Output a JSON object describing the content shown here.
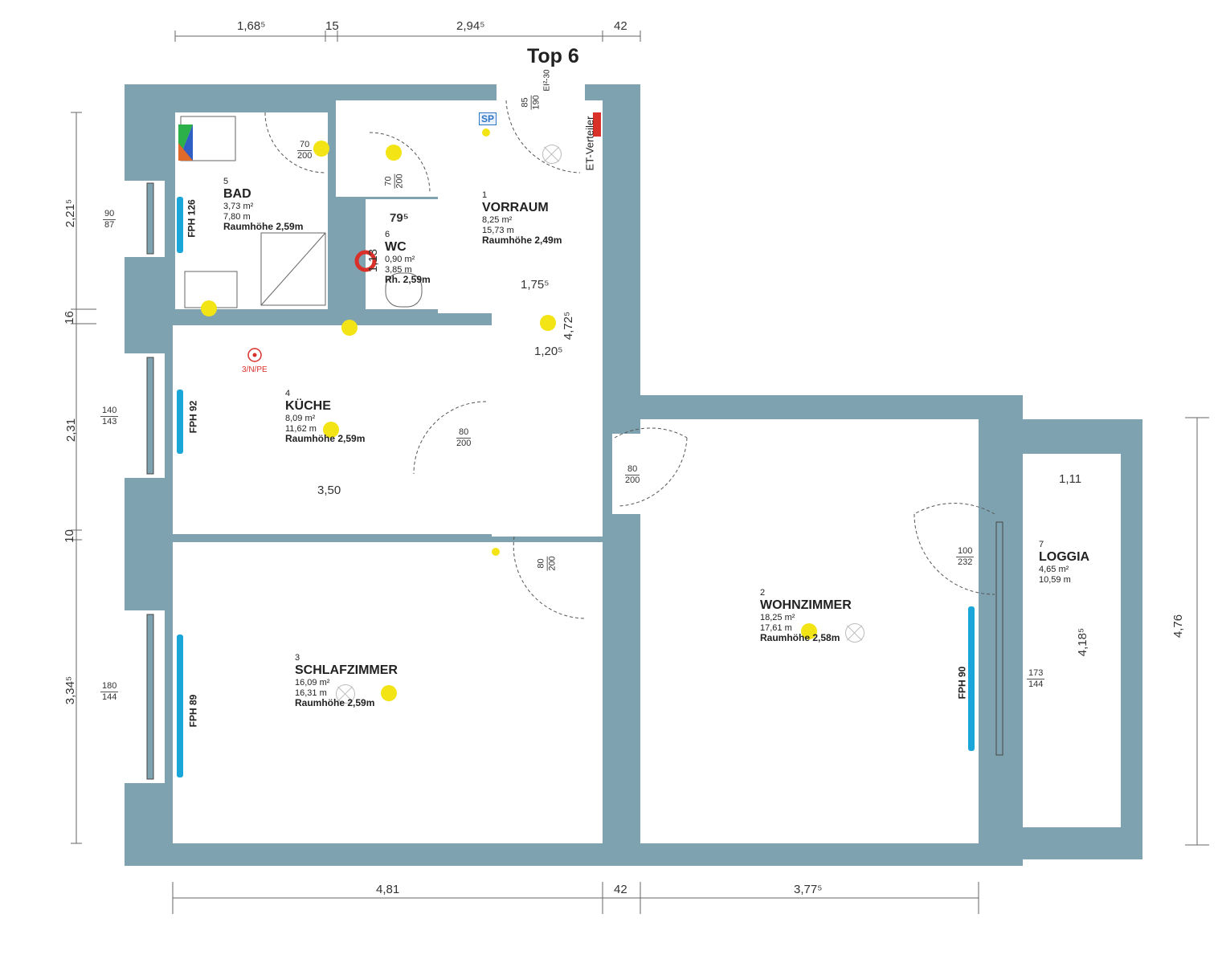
{
  "title": "Top 6",
  "dimensions": {
    "top": [
      "1,68⁵",
      "15",
      "2,94⁵",
      "42"
    ],
    "left": [
      "2,21⁵",
      "16",
      "2,31",
      "10",
      "3,34⁵"
    ],
    "bottom": [
      "4,81",
      "42",
      "3,77⁵"
    ],
    "right_outer": "4,76",
    "loggia_depth": "4,18⁵",
    "loggia_width": "1,11",
    "kitchen_width": "3,50",
    "vorraum_width": "1,75⁵",
    "vorraum_length": "4,72⁵",
    "corridor_width": "1,20⁵",
    "wc_width": "79⁵",
    "wc_length": "1,13"
  },
  "windows": [
    {
      "width": "90",
      "height": "87"
    },
    {
      "width": "140",
      "height": "143"
    },
    {
      "width": "180",
      "height": "144"
    },
    {
      "width": "173",
      "height": "144"
    }
  ],
  "doors": [
    {
      "width": "70",
      "height": "200"
    },
    {
      "width": "70",
      "height": "200"
    },
    {
      "width": "85",
      "height": "190"
    },
    {
      "width": "80",
      "height": "200"
    },
    {
      "width": "80",
      "height": "200"
    },
    {
      "width": "80",
      "height": "200"
    },
    {
      "width": "100",
      "height": "232"
    }
  ],
  "door_rating": "EI²-30",
  "rooms": {
    "vorraum": {
      "num": "1",
      "name": "VORRAUM",
      "area": "8,25 m²",
      "perimeter": "15,73 m",
      "height": "Raumhöhe 2,49m"
    },
    "wohnzimmer": {
      "num": "2",
      "name": "WOHNZIMMER",
      "area": "18,25 m²",
      "perimeter": "17,61 m",
      "height": "Raumhöhe 2,58m"
    },
    "schlafzimmer": {
      "num": "3",
      "name": "SCHLAFZIMMER",
      "area": "16,09 m²",
      "perimeter": "16,31 m",
      "height": "Raumhöhe 2,59m"
    },
    "kueche": {
      "num": "4",
      "name": "KÜCHE",
      "area": "8,09 m²",
      "perimeter": "11,62 m",
      "height": "Raumhöhe 2,59m"
    },
    "bad": {
      "num": "5",
      "name": "BAD",
      "area": "3,73 m²",
      "perimeter": "7,80 m",
      "height": "Raumhöhe 2,59m"
    },
    "wc": {
      "num": "6",
      "name": "WC",
      "area": "0,90 m²",
      "perimeter": "3,85 m",
      "height": "Rh. 2,59m"
    },
    "loggia": {
      "num": "7",
      "name": "LOGGIA",
      "area": "4,65 m²",
      "perimeter": "10,59 m"
    }
  },
  "labels": {
    "sp": "SP",
    "et_verteiler": "ET-Verteiler",
    "power": "3/N/PE",
    "fph_bad": "FPH 126",
    "fph_kueche": "FPH 92",
    "fph_schlaf": "FPH 89",
    "fph_wohn": "FPH 90"
  },
  "colors": {
    "wall": "#7fa2b1",
    "heater": "#1aa6d8",
    "lamp": "#f2e415",
    "accent_red": "#d9302a",
    "sp_blue": "#2f76c4"
  }
}
